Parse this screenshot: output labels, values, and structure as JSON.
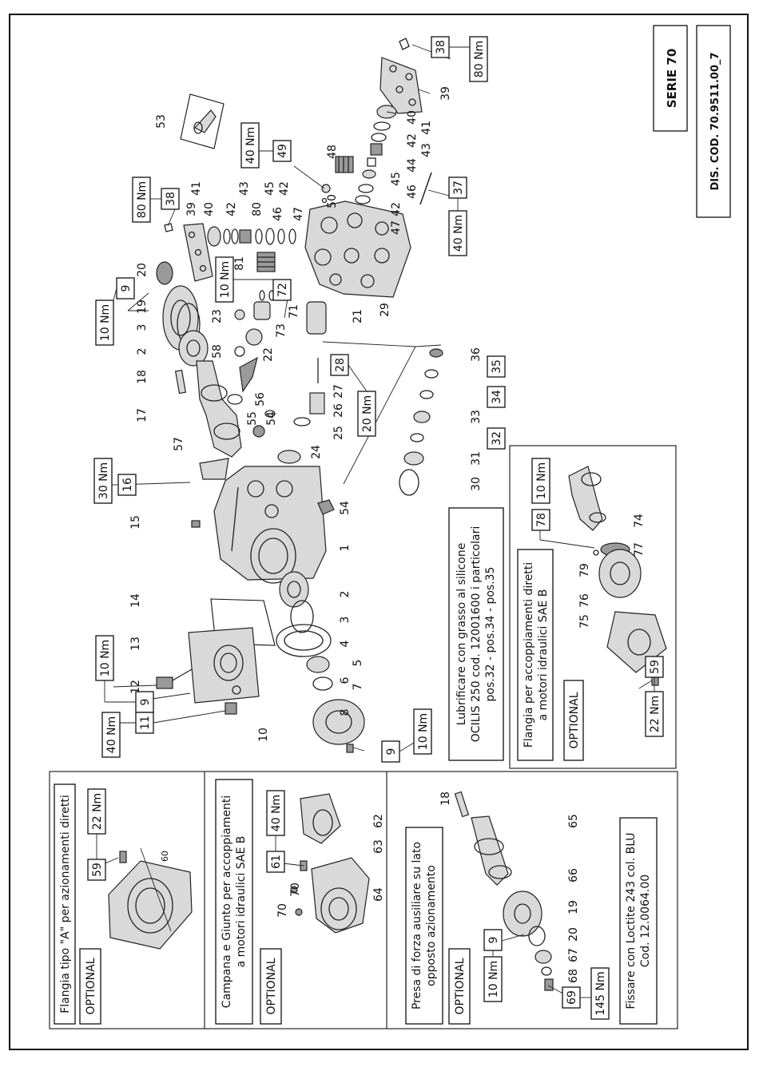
{
  "header": {
    "series": "SERIE 70",
    "drawing_code": "DIS. COD. 70.9511.00_7"
  },
  "torques": [
    {
      "id": "t38a",
      "part": "38",
      "value": "80 Nm"
    },
    {
      "id": "t38b",
      "part": "38",
      "value": "80 Nm"
    },
    {
      "id": "t49",
      "part": "49",
      "value": "40 Nm"
    },
    {
      "id": "t37",
      "part": "37",
      "value": "40 Nm"
    },
    {
      "id": "t72",
      "part": "72",
      "value": "10 Nm"
    },
    {
      "id": "t9a",
      "part": "9",
      "value": "10 Nm"
    },
    {
      "id": "t16",
      "part": "16",
      "value": "30 Nm"
    },
    {
      "id": "t28",
      "part": "28",
      "value": "20 Nm"
    },
    {
      "id": "t9b",
      "part": "9",
      "value": "10 Nm"
    },
    {
      "id": "t11",
      "part": "11",
      "value": "40 Nm"
    },
    {
      "id": "t9c",
      "part": "9",
      "value": "10 Nm"
    },
    {
      "id": "t78",
      "part": "78",
      "value": "10 Nm"
    },
    {
      "id": "t59a",
      "part": "59",
      "value": "22 Nm"
    },
    {
      "id": "t59b",
      "part": "59",
      "value": "22 Nm"
    },
    {
      "id": "t61",
      "part": "61",
      "value": "40 Nm"
    },
    {
      "id": "t9d",
      "part": "9",
      "value": "10 Nm"
    },
    {
      "id": "t69",
      "part": "69",
      "value": "145 Nm"
    }
  ],
  "boxed_parts": [
    "32",
    "34",
    "35"
  ],
  "labels": [
    "53",
    "39",
    "40",
    "41",
    "42",
    "43",
    "44",
    "45",
    "46",
    "47",
    "48",
    "50",
    "80",
    "81",
    "20",
    "19",
    "3",
    "2",
    "18",
    "17",
    "57",
    "23",
    "73",
    "71",
    "21",
    "22",
    "58",
    "56",
    "55",
    "54",
    "24",
    "25",
    "26",
    "27",
    "29",
    "36",
    "33",
    "31",
    "30",
    "15",
    "1",
    "14",
    "13",
    "4",
    "5",
    "6",
    "7",
    "8",
    "12",
    "10",
    "74",
    "77",
    "79",
    "76",
    "75",
    "60",
    "62",
    "63",
    "64",
    "70",
    "65",
    "66",
    "67",
    "68"
  ],
  "notes": {
    "lubricate": [
      "Lubrificare con grasso al silicone",
      "OCILIS 250 cod. 12001600 i particolari",
      "pos.32 - pos.34 - pos.35"
    ],
    "flange_sae_b": [
      "Flangia per accoppiamenti diretti",
      "a motori idraulici SAE B"
    ],
    "optional": "OPTIONAL",
    "flange_a": "Flangia tipo \"A\" per azionamenti diretti",
    "bell_joint": [
      "Campana e Giunto per accoppiamenti",
      "a motori idraulici SAE B"
    ],
    "pto": [
      "Presa di forza ausiliare su lato",
      "opposto azionamento"
    ],
    "loctite": [
      "Fissare con Loctite 243 col. BLU",
      "Cod. 12.0064.00"
    ]
  }
}
